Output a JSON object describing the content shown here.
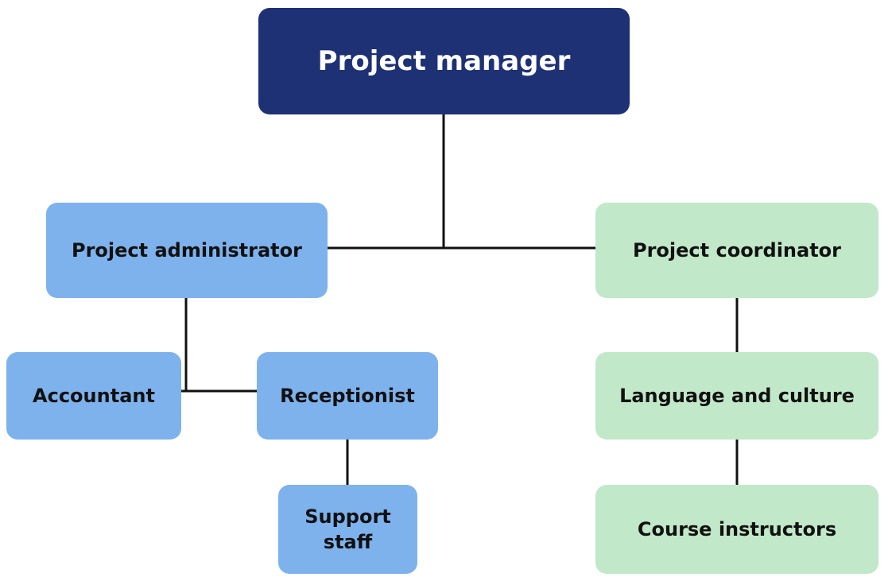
{
  "nodes": {
    "project_manager": "Project manager",
    "project_administrator": "Project administrator",
    "project_coordinator": "Project coordinator",
    "accountant": "Accountant",
    "receptionist": "Receptionist",
    "support_staff_line1": "Support",
    "support_staff_line2": "staff",
    "language_and_culture": "Language and culture",
    "course_instructors": "Course instructors"
  },
  "colors": {
    "top_level": "#1e3175",
    "admin_branch": "#7eb2ed",
    "coordinator_branch": "#c1e8c8",
    "connector": "#111111"
  }
}
